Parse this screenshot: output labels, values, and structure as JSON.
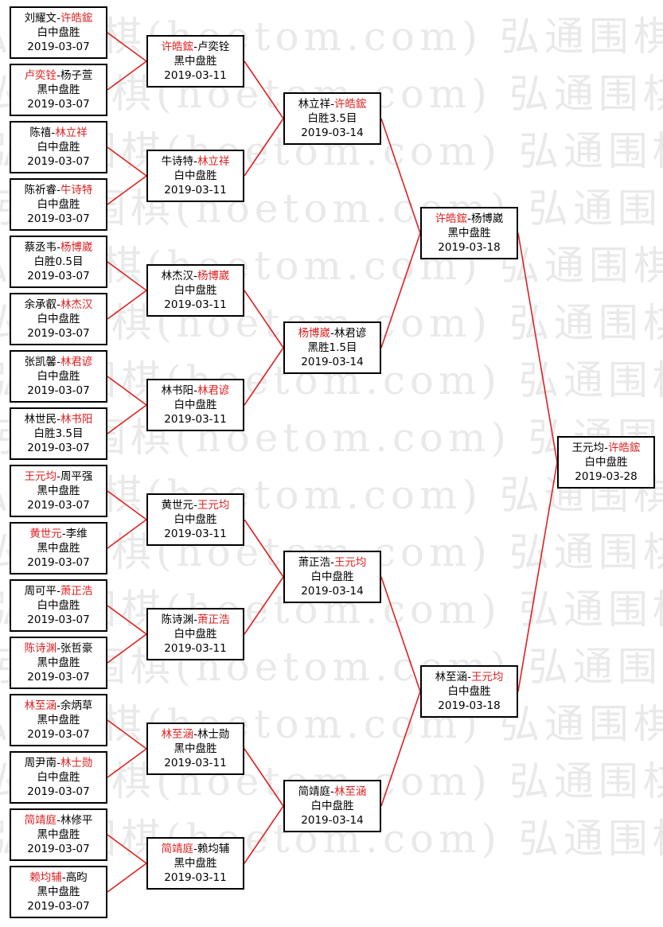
{
  "watermark": {
    "text": "弘通围棋(hoetom.com)"
  },
  "colors": {
    "winner": "#e02020",
    "line": "#e02020",
    "border": "#000000",
    "watermark": "#e9e9e9"
  },
  "bracket": {
    "round1": [
      {
        "p1": "刘耀文",
        "p2": "许皓鋐",
        "winner": 2,
        "result": "白中盘胜",
        "date": "2019-03-07"
      },
      {
        "p1": "卢奕铨",
        "p2": "杨子萱",
        "winner": 1,
        "result": "黑中盘胜",
        "date": "2019-03-07"
      },
      {
        "p1": "陈禧",
        "p2": "林立祥",
        "winner": 2,
        "result": "白中盘胜",
        "date": "2019-03-07"
      },
      {
        "p1": "陈祈睿",
        "p2": "牛诗特",
        "winner": 2,
        "result": "白中盘胜",
        "date": "2019-03-07"
      },
      {
        "p1": "蔡丞韦",
        "p2": "杨博崴",
        "winner": 2,
        "result": "白胜0.5目",
        "date": "2019-03-07"
      },
      {
        "p1": "余承叡",
        "p2": "林杰汉",
        "winner": 2,
        "result": "白中盘胜",
        "date": "2019-03-07"
      },
      {
        "p1": "张凯馨",
        "p2": "林君谚",
        "winner": 2,
        "result": "白中盘胜",
        "date": "2019-03-07"
      },
      {
        "p1": "林世民",
        "p2": "林书阳",
        "winner": 2,
        "result": "白胜3.5目",
        "date": "2019-03-07"
      },
      {
        "p1": "王元均",
        "p2": "周平强",
        "winner": 1,
        "result": "黑中盘胜",
        "date": "2019-03-07"
      },
      {
        "p1": "黄世元",
        "p2": "李维",
        "winner": 1,
        "result": "黑中盘胜",
        "date": "2019-03-07"
      },
      {
        "p1": "周可平",
        "p2": "萧正浩",
        "winner": 2,
        "result": "白中盘胜",
        "date": "2019-03-07"
      },
      {
        "p1": "陈诗渊",
        "p2": "张哲豪",
        "winner": 1,
        "result": "黑中盘胜",
        "date": "2019-03-07"
      },
      {
        "p1": "林至涵",
        "p2": "余炳草",
        "winner": 1,
        "result": "黑中盘胜",
        "date": "2019-03-07"
      },
      {
        "p1": "周尹南",
        "p2": "林士勋",
        "winner": 2,
        "result": "白中盘胜",
        "date": "2019-03-07"
      },
      {
        "p1": "简靖庭",
        "p2": "林修平",
        "winner": 1,
        "result": "黑中盘胜",
        "date": "2019-03-07"
      },
      {
        "p1": "赖均辅",
        "p2": "高昀",
        "winner": 1,
        "result": "黑中盘胜",
        "date": "2019-03-07"
      }
    ],
    "round2": [
      {
        "p1": "许皓鋐",
        "p2": "卢奕铨",
        "winner": 1,
        "result": "黑中盘胜",
        "date": "2019-03-11"
      },
      {
        "p1": "牛诗特",
        "p2": "林立祥",
        "winner": 2,
        "result": "白中盘胜",
        "date": "2019-03-11"
      },
      {
        "p1": "林杰汉",
        "p2": "杨博崴",
        "winner": 2,
        "result": "白中盘胜",
        "date": "2019-03-11"
      },
      {
        "p1": "林书阳",
        "p2": "林君谚",
        "winner": 2,
        "result": "白中盘胜",
        "date": "2019-03-11"
      },
      {
        "p1": "黄世元",
        "p2": "王元均",
        "winner": 2,
        "result": "白中盘胜",
        "date": "2019-03-11"
      },
      {
        "p1": "陈诗渊",
        "p2": "萧正浩",
        "winner": 2,
        "result": "白中盘胜",
        "date": "2019-03-11"
      },
      {
        "p1": "林至涵",
        "p2": "林士勋",
        "winner": 1,
        "result": "黑中盘胜",
        "date": "2019-03-11"
      },
      {
        "p1": "简靖庭",
        "p2": "赖均辅",
        "winner": 1,
        "result": "黑中盘胜",
        "date": "2019-03-11"
      }
    ],
    "round3": [
      {
        "p1": "林立祥",
        "p2": "许皓鋐",
        "winner": 2,
        "result": "白胜3.5目",
        "date": "2019-03-14"
      },
      {
        "p1": "杨博崴",
        "p2": "林君谚",
        "winner": 1,
        "result": "黑胜1.5目",
        "date": "2019-03-14"
      },
      {
        "p1": "萧正浩",
        "p2": "王元均",
        "winner": 2,
        "result": "白中盘胜",
        "date": "2019-03-14"
      },
      {
        "p1": "简靖庭",
        "p2": "林至涵",
        "winner": 2,
        "result": "白中盘胜",
        "date": "2019-03-14"
      }
    ],
    "round4": [
      {
        "p1": "许皓鋐",
        "p2": "杨博崴",
        "winner": 1,
        "result": "黑中盘胜",
        "date": "2019-03-18"
      },
      {
        "p1": "林至涵",
        "p2": "王元均",
        "winner": 2,
        "result": "白中盘胜",
        "date": "2019-03-18"
      }
    ],
    "final": [
      {
        "p1": "王元均",
        "p2": "许皓鋐",
        "winner": 2,
        "result": "白中盘胜",
        "date": "2019-03-28"
      }
    ]
  }
}
